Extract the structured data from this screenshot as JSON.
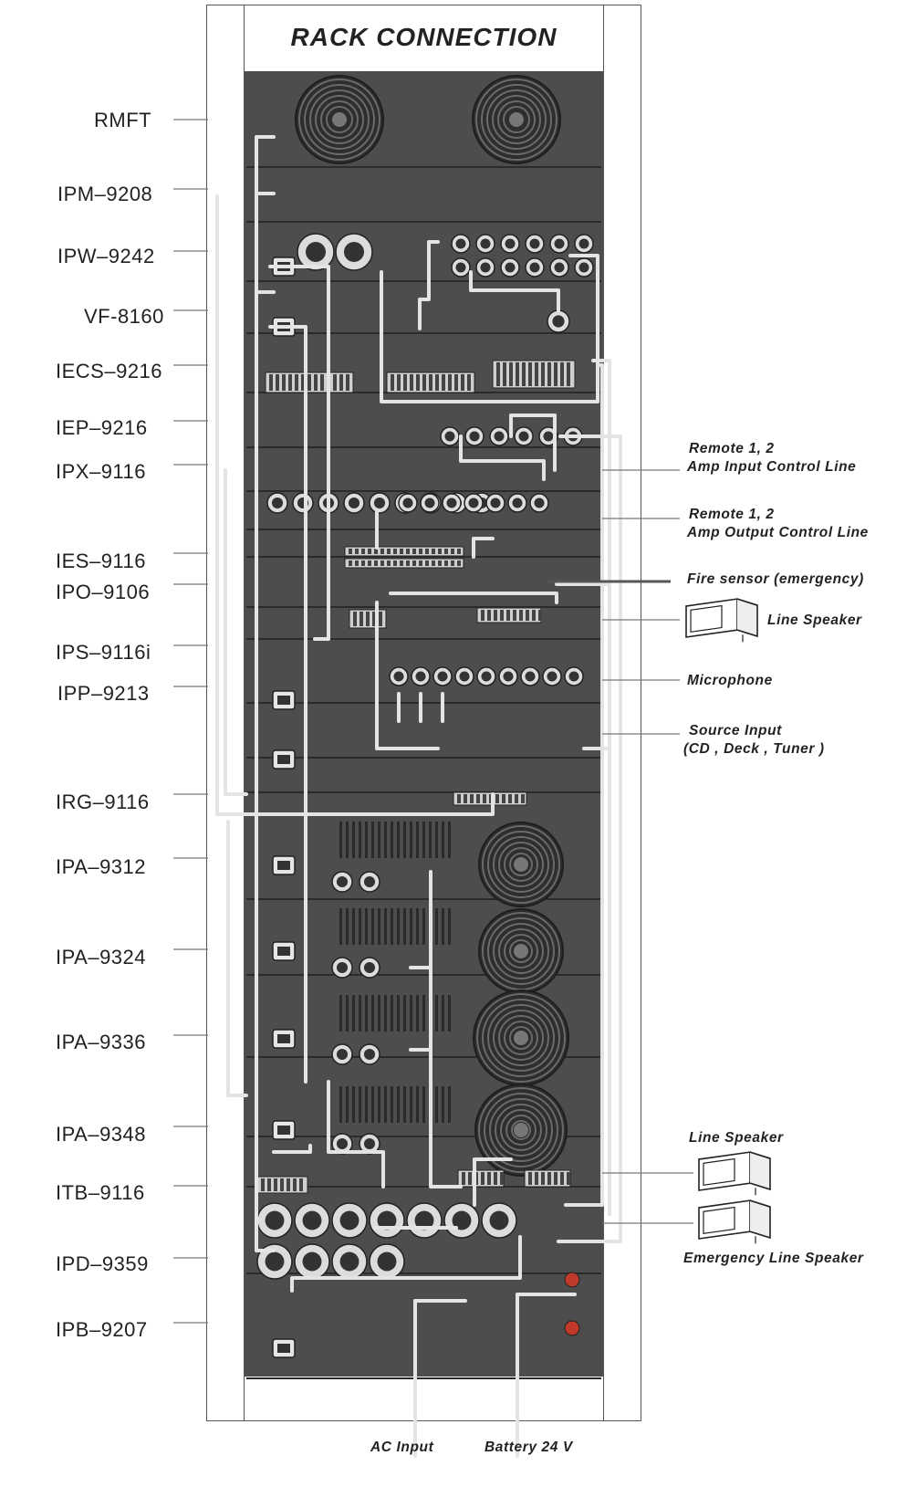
{
  "title": "RACK CONNECTION",
  "units": [
    "RMFT",
    "IPM–9208",
    "IPW–9242",
    "VF-8160",
    "IECS–9216",
    "IEP–9216",
    "IPX–9116",
    "IES–9116",
    "IPO–9106",
    "IPS–9116i",
    "IPP–9213",
    "IRG–9116",
    "IPA–9312",
    "IPA–9324",
    "IPA–9336",
    "IPA–9348",
    "ITB–9116",
    "IPD–9359",
    "IPB–9207"
  ],
  "annotations": {
    "remote_input_1": "Remote   1,  2",
    "remote_input_2": "Amp  Input Control Line",
    "remote_output_1": "Remote   1,  2",
    "remote_output_2": "Amp  Output Control Line",
    "fire_sensor": "Fire sensor    (emergency)",
    "line_speaker_1": "Line Speaker",
    "microphone": "Microphone",
    "source_input_1": "Source Input",
    "source_input_2": "(CD ,  Deck  ,  Tuner )",
    "line_speaker_2": "Line Speaker",
    "emergency_line_speaker": "Emergency Line Speaker",
    "ac_input": "AC Input",
    "battery": "Battery   24 V"
  },
  "icons": {
    "speaker": "loudspeaker-icon",
    "fan": "fan-grille-icon"
  },
  "colors": {
    "rack": "#4d4d4d",
    "panel_dark": "#3c3c3c",
    "cable": "#e4e4e4",
    "text": "#222222",
    "connector_red": "#c0392b"
  }
}
